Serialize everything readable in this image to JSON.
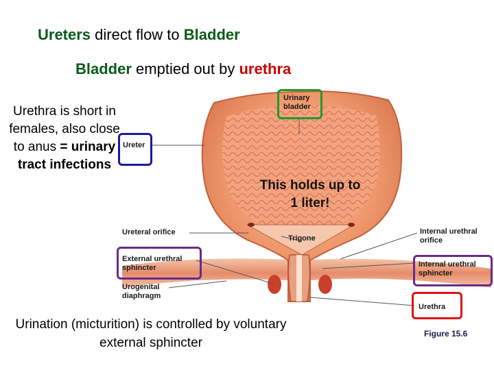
{
  "headings": {
    "line1": {
      "kw1": "Ureters",
      "rest1": " direct flow to ",
      "kw2": "Bladder"
    },
    "line2": {
      "kw1": "Bladder",
      "rest1": " emptied out by ",
      "kw2": "urethra"
    }
  },
  "side_note": {
    "plain": "Urethra is short in females, also close to anus",
    "bold": "= urinary tract infections"
  },
  "callout": "This holds up to 1 liter!",
  "bottom_note": "Urination (micturition) is controlled by voluntary external sphincter",
  "figure_ref": "Figure 15.6",
  "labels": {
    "urinary_bladder": "Urinary bladder",
    "ureter": "Ureter",
    "ureteral_orifice": "Ureteral orifice",
    "trigone": "Trigone",
    "internal_urethral_orifice": "Internal urethral orifice",
    "external_urethral_sphincter": "External urethral sphincter",
    "internal_urethral_sphincter": "Internal urethral sphincter",
    "urogenital_diaphragm": "Urogenital diaphragm",
    "urethra": "Urethra"
  },
  "colors": {
    "heading_green": "#0a5a1a",
    "heading_red": "#cc0000",
    "box_green": "#1f9a2a",
    "box_blue": "#1a1a9e",
    "box_purple": "#6a2a8a",
    "box_red": "#e01010"
  }
}
